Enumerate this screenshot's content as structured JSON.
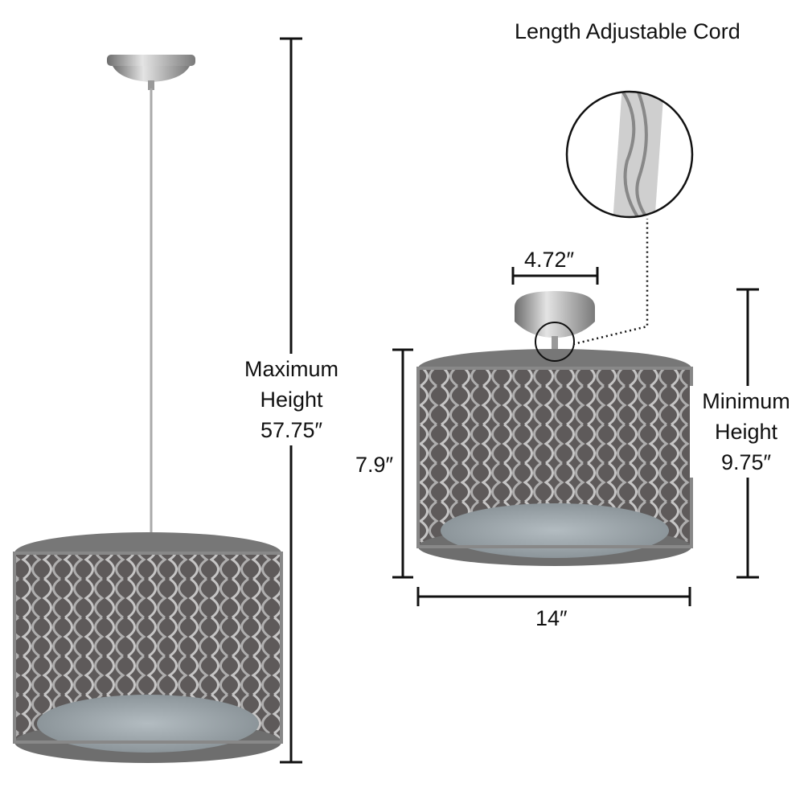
{
  "title": "Length Adjustable Cord",
  "max_height": {
    "line1": "Maximum",
    "line2": "Height",
    "value": "57.75″"
  },
  "min_height": {
    "line1": "Minimum",
    "line2": "Height",
    "value": "9.75″"
  },
  "canopy_width": "4.72″",
  "shade_height": "7.9″",
  "shade_width": "14″",
  "colors": {
    "metal": "#8a8a8a",
    "shade": "#5e5a5a",
    "diffuser": "#9aa3a8",
    "line": "#111111"
  }
}
